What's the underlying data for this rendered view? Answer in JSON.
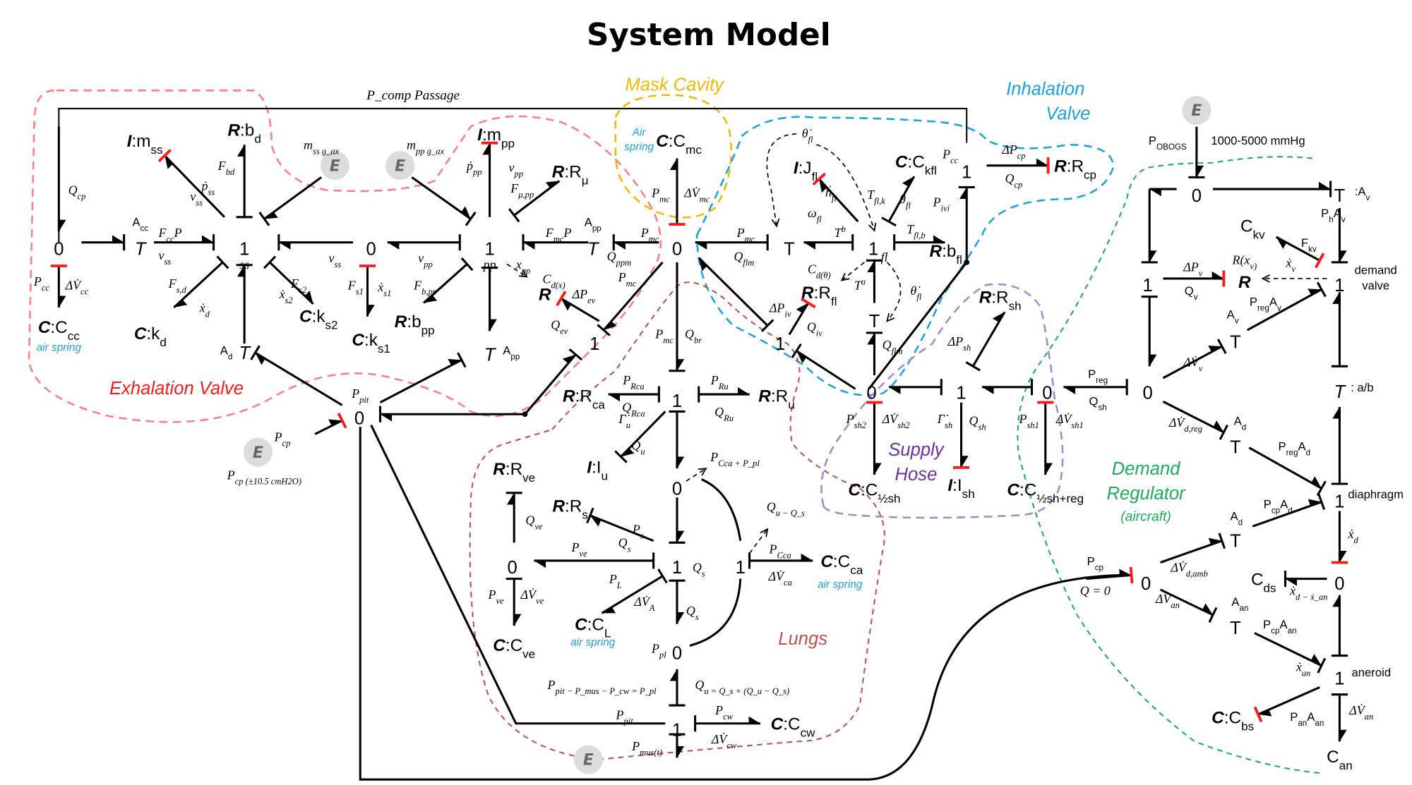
{
  "title": "System Model",
  "colors": {
    "exhalation": "#ff7f7f",
    "mask_cavity": "#f5b800",
    "inhalation": "#1aa3e0",
    "lungs": "#c0504d",
    "supply_hose": "#a888d0",
    "demand_regulator": "#1aad5a",
    "causal_stroke": "#ff1a1a",
    "effort_source_badge": "#dcdcdc"
  },
  "regions": {
    "exhalation_valve": "Exhalation Valve",
    "mask_cavity": "Mask Cavity",
    "inhalation_valve_line1": "Inhalation",
    "inhalation_valve_line2": "Valve",
    "lungs": "Lungs",
    "supply_hose_line1": "Supply",
    "supply_hose_line2": "Hose",
    "demand_regulator_line1": "Demand",
    "demand_regulator_line2": "Regulator",
    "demand_regulator_line3": "(aircraft)"
  },
  "passage_label": "P_comp Passage",
  "effort_source_symbol": "E",
  "sources": {
    "gravity_ss": "m_ss g_ax",
    "gravity_pp": "m_pp g_ax",
    "compressor": "P_cp",
    "compressor_range": "P_cp (±10.5 cmH2O)",
    "obogs": "P_OBOGS",
    "obogs_range": "1000-5000 mmHg",
    "muscle": "P_mus(t)"
  },
  "junctions": [
    {
      "id": "j0_cc",
      "label": "0"
    },
    {
      "id": "j1_ss",
      "label": "1",
      "sub": "ss"
    },
    {
      "id": "j0_s1",
      "label": "0"
    },
    {
      "id": "j1_pp",
      "label": "1",
      "sub": "pp"
    },
    {
      "id": "j0_mc",
      "label": "0"
    },
    {
      "id": "j1_fl",
      "label": "1",
      "sub": "fl"
    },
    {
      "id": "j1_cp",
      "label": "1"
    },
    {
      "id": "j1_ev",
      "label": "1"
    },
    {
      "id": "j1_iv",
      "label": "1"
    },
    {
      "id": "j0_pit",
      "label": "0"
    },
    {
      "id": "j1_br",
      "label": "1"
    },
    {
      "id": "j0_lung",
      "label": "0"
    },
    {
      "id": "j0_ve",
      "label": "0"
    },
    {
      "id": "j1_s",
      "label": "1"
    },
    {
      "id": "j1_ca",
      "label": "1"
    },
    {
      "id": "j0_pl",
      "label": "0"
    },
    {
      "id": "j1_cw",
      "label": "1"
    },
    {
      "id": "j0_sh2",
      "label": "0"
    },
    {
      "id": "j1_sh",
      "label": "1"
    },
    {
      "id": "j0_sh1",
      "label": "0"
    },
    {
      "id": "j0_obogs",
      "label": "0"
    },
    {
      "id": "j1_v",
      "label": "1"
    },
    {
      "id": "j0_reg",
      "label": "0"
    },
    {
      "id": "j1_dv",
      "label": "1"
    },
    {
      "id": "j1_dia",
      "label": "1"
    },
    {
      "id": "j0_amb",
      "label": "0"
    },
    {
      "id": "j0_ds",
      "label": "0"
    },
    {
      "id": "j1_an",
      "label": "1"
    }
  ],
  "transformers": [
    {
      "id": "t_acc",
      "label": "T",
      "mod": "A_cc"
    },
    {
      "id": "t_ad",
      "label": "T",
      "mod": "A_d"
    },
    {
      "id": "t_app_top",
      "label": "T",
      "mod": "A_pp"
    },
    {
      "id": "t_app_bot",
      "label": "T",
      "mod": "A_pp"
    },
    {
      "id": "t_fl",
      "label": "T"
    },
    {
      "id": "t_fl2",
      "label": "T"
    },
    {
      "id": "t_av_top",
      "label": "T",
      "mod": ":A_v"
    },
    {
      "id": "t_av",
      "label": "T",
      "mod": "A_v"
    },
    {
      "id": "t_ad_reg",
      "label": "T",
      "mod": "A_d"
    },
    {
      "id": "t_ab",
      "label": "T",
      "mod": ": a/b"
    },
    {
      "id": "t_ad_amb",
      "label": "T",
      "mod": "A_d"
    },
    {
      "id": "t_an",
      "label": "T",
      "mod": "A_an"
    }
  ],
  "elements": {
    "I_mss": "I:m_ss",
    "R_bd": "R:b_d",
    "C_Ccc": "C:C_cc",
    "C_kd": "C:k_d",
    "C_ks2": "C:k_s2",
    "C_ks1": "C:k_s1",
    "I_mpp": "I:m_pp",
    "R_Rmu": "R:R_μ",
    "R_bpp": "R:b_pp",
    "R_ev": "R",
    "C_Cmc": "C:C_mc",
    "I_Jfl": "I:J_fl",
    "C_Ckfl": "C:C_kfl",
    "R_bfl": "R:b_fl",
    "R_Rfl": "R:R_fl",
    "R_Rcp": "R:R_cp",
    "R_Rca": "R:R_ca",
    "R_Ru": "R:R_u",
    "I_Iu": "I:I_u",
    "R_Rve": "R:R_ve",
    "R_Rs": "R:R_s",
    "C_CL": "C:C_L",
    "C_Cve": "C:C_ve",
    "C_Cca": "C:C_ca",
    "C_Ccw": "C:C_cw",
    "R_Rsh": "R:R_sh",
    "C_Chsh": "C:C_½sh",
    "I_Ish": "I:I_sh",
    "C_Chshreg": "C:C_½sh+reg",
    "C_kv": "C_kv",
    "R_v": "R",
    "C_ds": "C_ds",
    "C_bs": "C:C_bs",
    "C_an": "C_an"
  },
  "annotations": {
    "air_spring": "air spring",
    "air_spring_mc_1": "Air",
    "air_spring_mc_2": "spring",
    "Cd_x": "C_d(x)",
    "Cd_theta": "C_d(θ)",
    "R_xv": "R(x_v)",
    "demand_valve_1": "demand",
    "demand_valve_2": "valve",
    "diaphragm": "diaphragm",
    "aneroid": "aneroid",
    "Q_zero": "Q = 0",
    "pl_effort_eq": "P_pit − P_mus − P_cw = P_pl",
    "pl_flow_eq": "Q_u = Q_s + (Q_u − Q_s)",
    "Pca_plus_Ppl": "P_Cca + P_pl",
    "Qu_minus_Qs": "Q_u − Q_s"
  },
  "bond_labels": {
    "Qcp_top": "Q_cp",
    "Pcc": "P_cc",
    "dVcc": "ΔV̇_cc",
    "FccP": "F_ccP",
    "vss_a": "v_ss",
    "vss_b": "v_ss",
    "vss_c": "v_ss",
    "pss": "ṗ_ss",
    "Fbd": "F_bd",
    "Fsd": "F_s,d",
    "xd": "ẋ_d",
    "Fs2": "F_s2",
    "xs2": "ẋ_s2",
    "Fs1": "F_s1",
    "xs1": "ẋ_s1",
    "ppp": "ṗ_pp",
    "vpp_top": "v_pp",
    "vpp": "v_pp",
    "Fmupp": "F_μ,pp",
    "Fbpp": "F_b,pp",
    "FmcP": "F_mcP",
    "xpp": "x_pp",
    "Pmc_a": "P_mc",
    "Qppm": "Q_ppm",
    "Pmc_b": "P_mc",
    "dVmc": "ΔV̇_mc",
    "Pmc_c": "P_mc",
    "dPev": "ΔP_ev",
    "Qev": "Q_ev",
    "Pmc_d": "P_mc",
    "Qbr": "Q_br",
    "Pmc_e": "P_mc",
    "Qflm": "Q_flm",
    "theta_dot_a": "θ̇_fl",
    "hfl": "ḣ_fl",
    "omegafl": "ω_fl",
    "Tflk": "T_fl,k",
    "thetafl": "θ_fl",
    "Tb": "T^b",
    "Tflb": "T_fl,b",
    "Ta": "T^a",
    "theta_dot_b": "θ̇_fl",
    "Qflm2": "Q_flm",
    "dPiv": "ΔP_iv",
    "Qiv": "Q_iv",
    "Pcc_top": "P_cc",
    "dPcp": "ΔP_cp",
    "Qcp": "Q_cp",
    "Pivi": "P_ivi",
    "Ppit": "P_pit",
    "Pcp_src": "P_cp",
    "PRca": "P_Rca",
    "QRca": "Q_Rca",
    "Gu": "Γ̇_u",
    "Qu": "Q_u",
    "PRu": "P_Ru",
    "QRu": "Q_Ru",
    "Qve": "Q_ve",
    "Ps": "P_s",
    "Qs_a": "Q_s",
    "Pve": "P_ve",
    "Qs_b": "Q_s",
    "PL": "P_L",
    "dVA": "ΔV̇_A",
    "Qs_c": "Q_s",
    "Pve2": "P_ve",
    "dVve": "ΔV̇_ve",
    "PCca": "P_Cca",
    "dVca": "ΔV̇_ca",
    "Ppl": "P_pl",
    "Ppit2": "P_pit",
    "Pcw": "P_cw",
    "dVcw": "ΔV̇_cw",
    "Psh2": "P_sh2",
    "dVsh2": "ΔV̇_sh2",
    "Gsh": "Γ̇_sh",
    "Qsh": "Q_sh",
    "dPsh": "ΔP_sh",
    "Psh1": "P_sh1",
    "dVsh1": "ΔV̇_sh1",
    "Preg": "P_reg",
    "Qsh2": "Q_sh",
    "dPv": "ΔP_v",
    "Qv": "Q_v",
    "PhAv": "P_hA_v",
    "Fkv": "F_kv",
    "xv": "ẋ_v",
    "PregAv": "P_regA_v",
    "dVv": "ΔV̇_v",
    "dVdreg": "ΔV̇_d,reg",
    "PregAd": "P_regA_d",
    "PcpAd": "P_cpA_d",
    "xd_dot": "ẋ_d",
    "xd_minus_xan": "ẋ_d − ẋ_an",
    "Pcp_amb": "P_cp",
    "dVdamb": "ΔV̇_d,amb",
    "dVan": "ΔV̇_an",
    "PcpAan": "P_cpA_an",
    "xan": "ẋ_an",
    "PanAan": "P_anA_an",
    "dVan2": "ΔV̇_an"
  }
}
